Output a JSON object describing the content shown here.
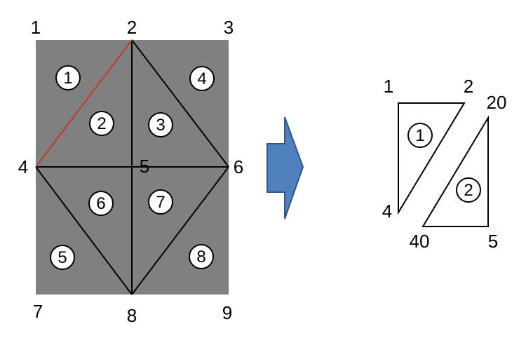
{
  "left_mesh": {
    "node_labels": [
      "1",
      "2",
      "3",
      "4",
      "5",
      "6",
      "7",
      "8",
      "9"
    ],
    "element_labels": [
      "1",
      "2",
      "3",
      "4",
      "5",
      "6",
      "7",
      "8"
    ],
    "colors": {
      "fill": "#808080",
      "edge": "#000000",
      "highlight_edge": "#c0392b"
    }
  },
  "arrow": {
    "color": "#4f81bd",
    "border": "#2f5597"
  },
  "right_split": {
    "node_labels": [
      "1",
      "2",
      "20",
      "4",
      "40",
      "5"
    ],
    "element_labels": [
      "1",
      "2"
    ]
  }
}
